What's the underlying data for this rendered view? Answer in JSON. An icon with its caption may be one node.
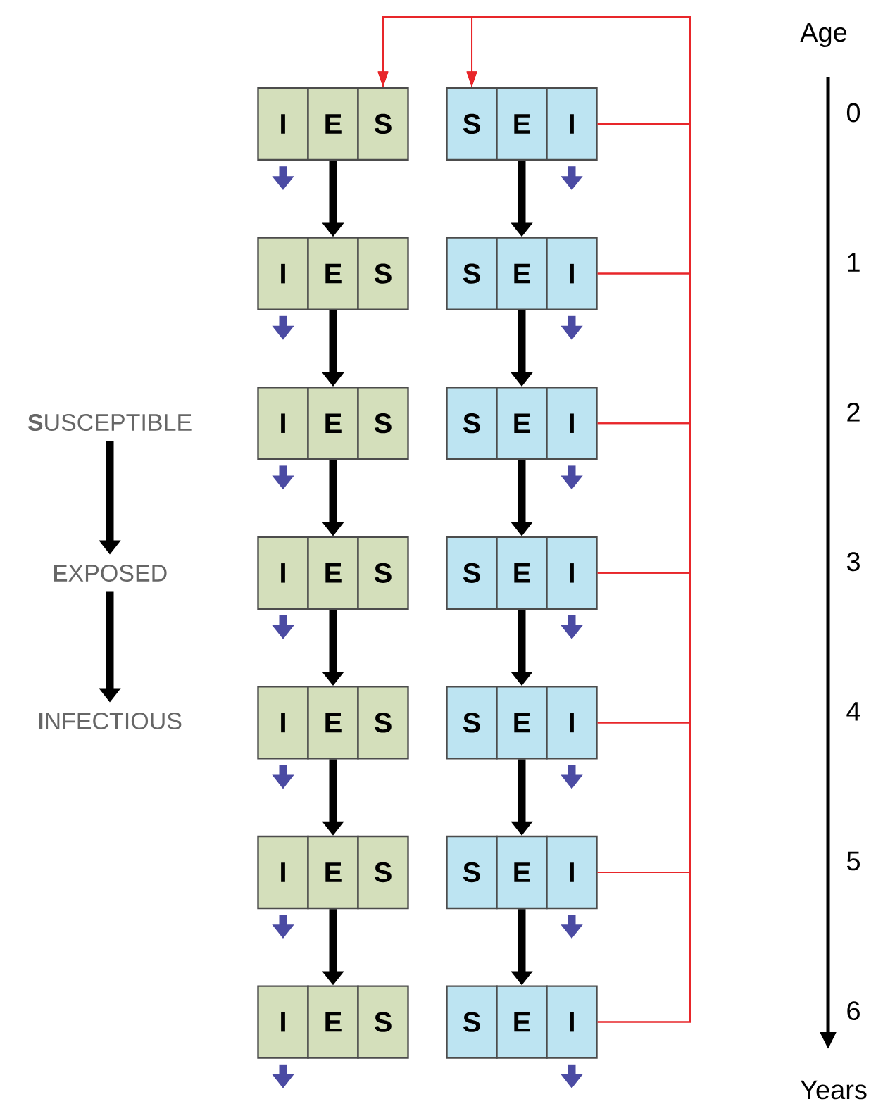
{
  "diagram": {
    "nodes": [
      {
        "text": [
          "I"
        ]
      },
      {
        "text": [
          "E"
        ]
      },
      {
        "text": [
          "S"
        ]
      },
      {
        "text": [
          "S"
        ]
      },
      {
        "text": [
          "E"
        ]
      },
      {
        "text": [
          "I"
        ]
      },
      {
        "text": [
          "I"
        ]
      },
      {
        "text": [
          "E"
        ]
      },
      {
        "text": [
          "S"
        ]
      },
      {
        "text": [
          "S"
        ]
      },
      {
        "text": [
          "E"
        ]
      },
      {
        "text": [
          "I"
        ]
      },
      {
        "text": [
          "I"
        ]
      },
      {
        "text": [
          "E"
        ]
      },
      {
        "text": [
          "S"
        ]
      },
      {
        "text": [
          "S"
        ]
      },
      {
        "text": [
          "E"
        ]
      },
      {
        "text": [
          "I"
        ]
      },
      {
        "text": [
          "I"
        ]
      },
      {
        "text": [
          "E"
        ]
      },
      {
        "text": [
          "S"
        ]
      },
      {
        "text": [
          "S"
        ]
      },
      {
        "text": [
          "E"
        ]
      },
      {
        "text": [
          "I"
        ]
      },
      {
        "text": [
          "I"
        ]
      },
      {
        "text": [
          "E"
        ]
      },
      {
        "text": [
          "S"
        ]
      },
      {
        "text": [
          "S"
        ]
      },
      {
        "text": [
          "E"
        ]
      },
      {
        "text": [
          "I"
        ]
      },
      {
        "text": [
          "I"
        ]
      },
      {
        "text": [
          "E"
        ]
      },
      {
        "text": [
          "S"
        ]
      },
      {
        "text": [
          "S"
        ]
      },
      {
        "text": [
          "E"
        ]
      },
      {
        "text": [
          "I"
        ]
      },
      {
        "text": [
          "I"
        ]
      },
      {
        "text": [
          "E"
        ]
      },
      {
        "text": [
          "S"
        ]
      },
      {
        "text": [
          "S"
        ]
      },
      {
        "text": [
          "E"
        ]
      },
      {
        "text": [
          "I"
        ]
      },
      {
        "text": [
          "**S**USCEPTIBLE"
        ]
      },
      {
        "text": [
          "**E**XPOSED"
        ]
      },
      {
        "text": [
          "**I**NFECTIOUS"
        ]
      }
    ],
    "edges": [
      {
        "from": 1,
        "to": 7,
        "arrow": "to"
      },
      {
        "from": 4,
        "to": 10,
        "arrow": "to"
      },
      {
        "from": 7,
        "to": 13,
        "arrow": "to"
      },
      {
        "from": 10,
        "to": 16,
        "arrow": "to"
      },
      {
        "from": 13,
        "to": 19,
        "arrow": "to"
      },
      {
        "from": 16,
        "to": 22,
        "arrow": "to"
      },
      {
        "from": 19,
        "to": 25,
        "arrow": "to"
      },
      {
        "from": 22,
        "to": 28,
        "arrow": "to"
      },
      {
        "from": 25,
        "to": 31,
        "arrow": "to"
      },
      {
        "from": 28,
        "to": 34,
        "arrow": "to"
      },
      {
        "from": 31,
        "to": 37,
        "arrow": "to"
      },
      {
        "from": 34,
        "to": 40,
        "arrow": "to"
      },
      {
        "from": 5,
        "to": 2,
        "arrow": "to",
        "color": "#e8262a"
      },
      {
        "from": 5,
        "to": 3,
        "arrow": "to",
        "color": "#e8262a"
      },
      {
        "from": 11,
        "to": 2,
        "arrow": "to",
        "color": "#e8262a"
      },
      {
        "from": 11,
        "to": 3,
        "arrow": "to",
        "color": "#e8262a"
      },
      {
        "from": 17,
        "to": 2,
        "arrow": "to",
        "color": "#e8262a"
      },
      {
        "from": 17,
        "to": 3,
        "arrow": "to",
        "color": "#e8262a"
      },
      {
        "from": 23,
        "to": 2,
        "arrow": "to",
        "color": "#e8262a"
      },
      {
        "from": 23,
        "to": 3,
        "arrow": "to",
        "color": "#e8262a"
      },
      {
        "from": 29,
        "to": 2,
        "arrow": "to",
        "color": "#e8262a"
      },
      {
        "from": 29,
        "to": 3,
        "arrow": "to",
        "color": "#e8262a"
      },
      {
        "from": 35,
        "to": 2,
        "arrow": "to",
        "color": "#e8262a"
      },
      {
        "from": 35,
        "to": 3,
        "arrow": "to",
        "color": "#e8262a"
      },
      {
        "from": 41,
        "to": 2,
        "arrow": "to",
        "color": "#e8262a"
      },
      {
        "from": 41,
        "to": 3,
        "arrow": "to",
        "color": "#e8262a"
      },
      {
        "from": 0,
        "to": null,
        "arrow": "to",
        "color": "#4b4ba3"
      },
      {
        "from": 5,
        "to": null,
        "arrow": "to",
        "color": "#4b4ba3"
      },
      {
        "from": 6,
        "to": null,
        "arrow": "to",
        "color": "#4b4ba3"
      },
      {
        "from": 11,
        "to": null,
        "arrow": "to",
        "color": "#4b4ba3"
      },
      {
        "from": 12,
        "to": null,
        "arrow": "to",
        "color": "#4b4ba3"
      },
      {
        "from": 17,
        "to": null,
        "arrow": "to",
        "color": "#4b4ba3"
      },
      {
        "from": 18,
        "to": null,
        "arrow": "to",
        "color": "#4b4ba3"
      },
      {
        "from": 23,
        "to": null,
        "arrow": "to",
        "color": "#4b4ba3"
      },
      {
        "from": 24,
        "to": null,
        "arrow": "to",
        "color": "#4b4ba3"
      },
      {
        "from": 29,
        "to": null,
        "arrow": "to",
        "color": "#4b4ba3"
      },
      {
        "from": 30,
        "to": null,
        "arrow": "to",
        "color": "#4b4ba3"
      },
      {
        "from": 35,
        "to": null,
        "arrow": "to",
        "color": "#4b4ba3"
      },
      {
        "from": 36,
        "to": null,
        "arrow": "to",
        "color": "#4b4ba3"
      },
      {
        "from": 41,
        "to": null,
        "arrow": "to",
        "color": "#4b4ba3"
      },
      {
        "from": 42,
        "to": 43,
        "arrow": "to"
      },
      {
        "from": 43,
        "to": 44,
        "arrow": "to"
      }
    ],
    "labels": [
      "Age",
      "0",
      "1",
      "2",
      "3",
      "4",
      "5",
      "6",
      "Years"
    ]
  }
}
